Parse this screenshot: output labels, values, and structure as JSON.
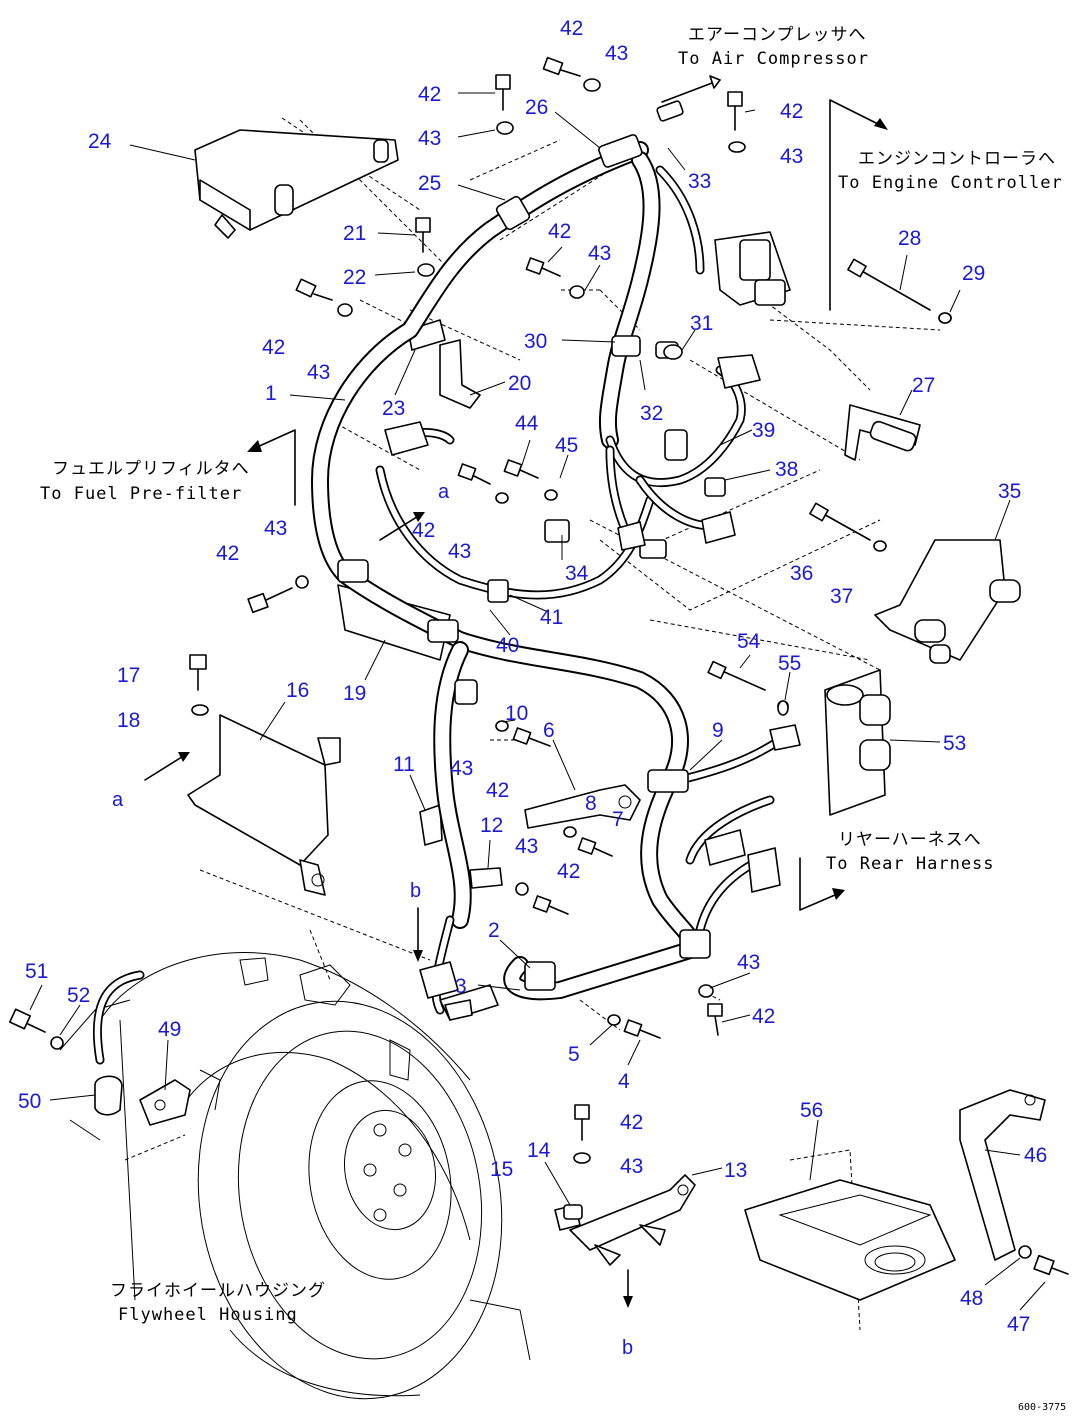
{
  "callouts": [
    {
      "id": "c42a",
      "label": "42"
    },
    {
      "id": "c43a",
      "label": "43"
    },
    {
      "id": "c42b",
      "label": "42"
    },
    {
      "id": "c43b",
      "label": "43"
    },
    {
      "id": "c26",
      "label": "26"
    },
    {
      "id": "c42c",
      "label": "42"
    },
    {
      "id": "c43c",
      "label": "43"
    },
    {
      "id": "c24",
      "label": "24"
    },
    {
      "id": "c25",
      "label": "25"
    },
    {
      "id": "c33",
      "label": "33"
    },
    {
      "id": "c21",
      "label": "21"
    },
    {
      "id": "c42d",
      "label": "42"
    },
    {
      "id": "c43d",
      "label": "43"
    },
    {
      "id": "c22",
      "label": "22"
    },
    {
      "id": "c28",
      "label": "28"
    },
    {
      "id": "c29",
      "label": "29"
    },
    {
      "id": "c42e",
      "label": "42"
    },
    {
      "id": "c43e",
      "label": "43"
    },
    {
      "id": "c31",
      "label": "31"
    },
    {
      "id": "c30",
      "label": "30"
    },
    {
      "id": "c20",
      "label": "20"
    },
    {
      "id": "c1",
      "label": "1"
    },
    {
      "id": "c23",
      "label": "23"
    },
    {
      "id": "c32",
      "label": "32"
    },
    {
      "id": "c27",
      "label": "27"
    },
    {
      "id": "c44",
      "label": "44"
    },
    {
      "id": "c45",
      "label": "45"
    },
    {
      "id": "c39",
      "label": "39"
    },
    {
      "id": "c38",
      "label": "38"
    },
    {
      "id": "c35",
      "label": "35"
    },
    {
      "id": "c43f",
      "label": "43"
    },
    {
      "id": "c42f",
      "label": "42"
    },
    {
      "id": "c43g",
      "label": "43"
    },
    {
      "id": "c42g",
      "label": "42"
    },
    {
      "id": "c36",
      "label": "36"
    },
    {
      "id": "c34",
      "label": "34"
    },
    {
      "id": "c37",
      "label": "37"
    },
    {
      "id": "c41",
      "label": "41"
    },
    {
      "id": "c40",
      "label": "40"
    },
    {
      "id": "c54",
      "label": "54"
    },
    {
      "id": "c55",
      "label": "55"
    },
    {
      "id": "c17",
      "label": "17"
    },
    {
      "id": "c16",
      "label": "16"
    },
    {
      "id": "c19",
      "label": "19"
    },
    {
      "id": "c18",
      "label": "18"
    },
    {
      "id": "c10",
      "label": "10"
    },
    {
      "id": "c6",
      "label": "6"
    },
    {
      "id": "c9",
      "label": "9"
    },
    {
      "id": "c53",
      "label": "53"
    },
    {
      "id": "c11",
      "label": "11"
    },
    {
      "id": "c43h",
      "label": "43"
    },
    {
      "id": "c42h",
      "label": "42"
    },
    {
      "id": "c8",
      "label": "8"
    },
    {
      "id": "c7",
      "label": "7"
    },
    {
      "id": "c12",
      "label": "12"
    },
    {
      "id": "c43i",
      "label": "43"
    },
    {
      "id": "c42i",
      "label": "42"
    },
    {
      "id": "c2",
      "label": "2"
    },
    {
      "id": "c3",
      "label": "3"
    },
    {
      "id": "c43j",
      "label": "43"
    },
    {
      "id": "c42j",
      "label": "42"
    },
    {
      "id": "c51",
      "label": "51"
    },
    {
      "id": "c52",
      "label": "52"
    },
    {
      "id": "c49",
      "label": "49"
    },
    {
      "id": "c50",
      "label": "50"
    },
    {
      "id": "c5",
      "label": "5"
    },
    {
      "id": "c4",
      "label": "4"
    },
    {
      "id": "c56",
      "label": "56"
    },
    {
      "id": "c42k",
      "label": "42"
    },
    {
      "id": "c43k",
      "label": "43"
    },
    {
      "id": "c14",
      "label": "14"
    },
    {
      "id": "c15",
      "label": "15"
    },
    {
      "id": "c13",
      "label": "13"
    },
    {
      "id": "c46",
      "label": "46"
    },
    {
      "id": "c48",
      "label": "48"
    },
    {
      "id": "c47",
      "label": "47"
    }
  ],
  "view_markers": {
    "a_top": "a",
    "a_left": "a",
    "b_left": "b",
    "b_bottom": "b"
  },
  "notes": {
    "air_compressor_jp": "エアーコンプレッサへ",
    "air_compressor_en": "To Air Compressor",
    "engine_controller_jp": "エンジンコントローラへ",
    "engine_controller_en": "To Engine Controller",
    "fuel_prefilter_jp": "フュエルプリフィルタへ",
    "fuel_prefilter_en": "To Fuel Pre-filter",
    "rear_harness_jp": "リヤーハーネスへ",
    "rear_harness_en": "To Rear Harness",
    "flywheel_jp": "フライホイールハウジング",
    "flywheel_en": "Flywheel Housing"
  },
  "drawing_code": "600-3775",
  "colors": {
    "callout": "#1a1ad6",
    "line": "#000000",
    "background": "#ffffff"
  }
}
